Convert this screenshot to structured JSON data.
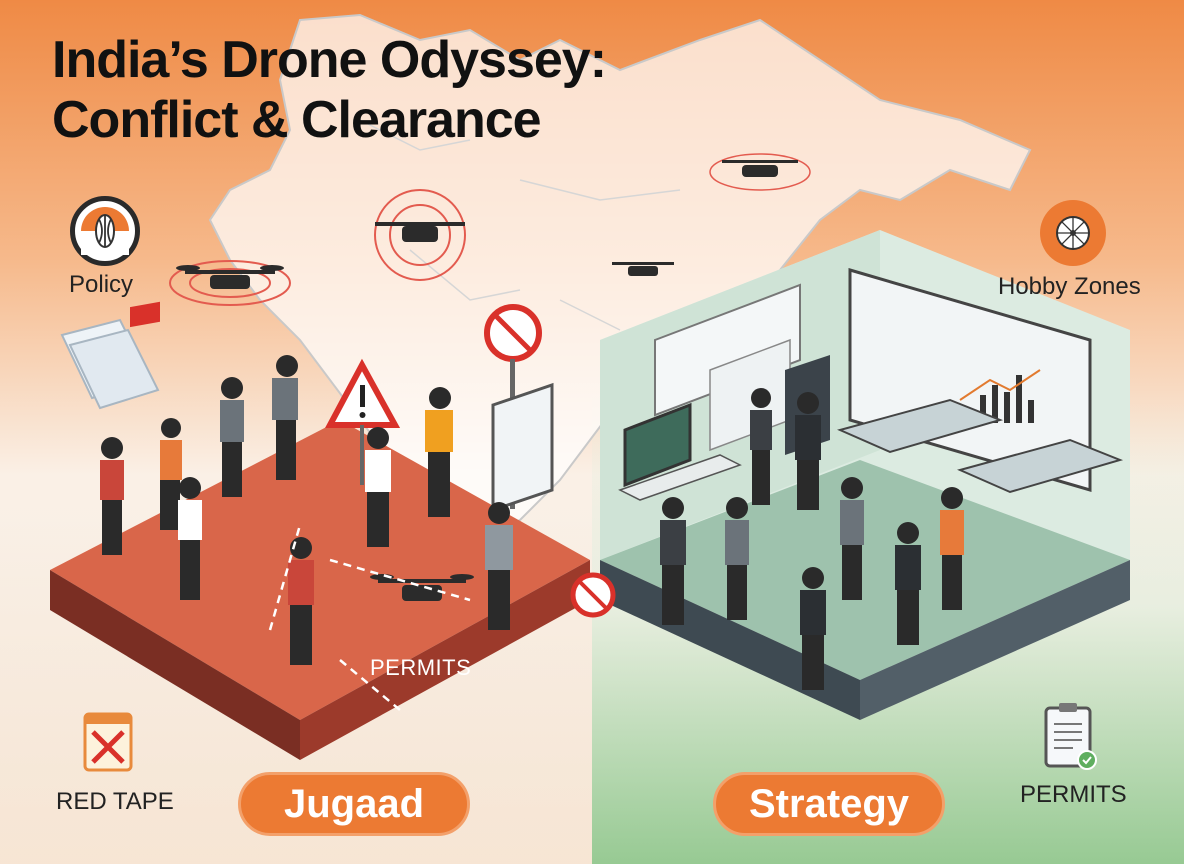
{
  "title": {
    "line1": "India’s Drone Odyssey:",
    "line2": "Conflict & Clearance"
  },
  "icons": {
    "policy": {
      "icon": "policy-shield-icon",
      "label": "Policy"
    },
    "hobby_zones": {
      "icon": "hobby-zones-wheel-icon",
      "label": "Hobby Zones"
    },
    "red_tape": {
      "icon": "red-tape-crossed-document-icon",
      "label": "RED TAPE"
    },
    "permits": {
      "icon": "permits-clipboard-icon",
      "label": "PERMITS"
    }
  },
  "floor_text": "PERMITS",
  "buttons": {
    "jugaad": "Jugaad",
    "strategy": "Strategy"
  },
  "colors": {
    "accent_orange": "#ec7a33",
    "left_floor": "#d9664a",
    "right_floor": "#9ec2ad",
    "india_green": "#5fae5f",
    "warning_red": "#d9312a"
  }
}
